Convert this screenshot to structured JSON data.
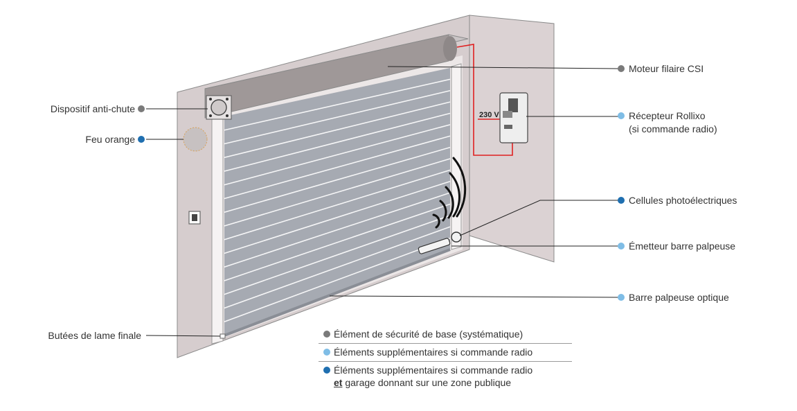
{
  "colors": {
    "base": "#7a7a7a",
    "radio": "#7fbde6",
    "public": "#1f6fb0",
    "wire": "#e02020"
  },
  "labels": {
    "moteur": "Moteur filaire CSI",
    "recepteur_line1": "Récepteur Rollixo",
    "recepteur_line2": "(si commande radio)",
    "cellules": "Cellules photoélectriques",
    "emetteur": "Émetteur barre palpeuse",
    "barre": "Barre palpeuse optique",
    "antichute": "Dispositif anti-chute",
    "feu": "Feu orange",
    "butees": "Butées de lame finale",
    "voltage": "230 V"
  },
  "legend": {
    "row1": "Élément de sécurité de base (systématique)",
    "row2": "Éléments supplémentaires si commande radio",
    "row3_line1": "Éléments supplémentaires si commande radio",
    "row3_em": "et",
    "row3_rest": " garage donnant sur une zone publique"
  }
}
